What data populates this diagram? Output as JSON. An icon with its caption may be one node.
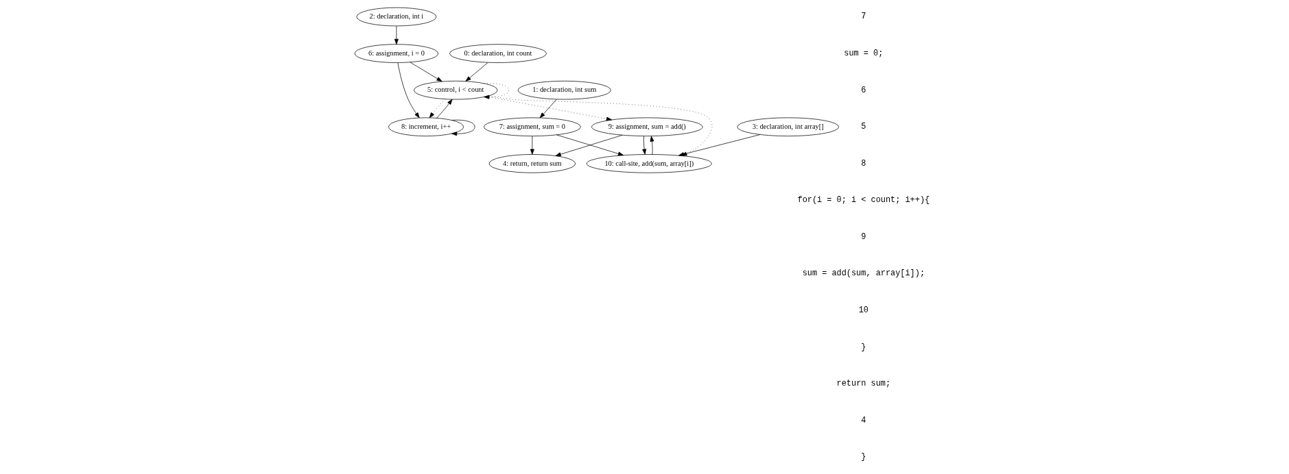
{
  "diagram": {
    "nodes": [
      {
        "text": [
          "2: declaration, int i"
        ]
      },
      {
        "text": [
          "6: assignment, i = 0"
        ]
      },
      {
        "text": [
          "0: declaration, int count"
        ]
      },
      {
        "text": [
          "5: control, i < count"
        ]
      },
      {
        "text": [
          "1: declaration, int sum"
        ]
      },
      {
        "text": [
          "8: increment, i++"
        ]
      },
      {
        "text": [
          "7: assignment, sum = 0"
        ]
      },
      {
        "text": [
          "9: assignment, sum = add()"
        ]
      },
      {
        "text": [
          "3: declaration, int array[]"
        ]
      },
      {
        "text": [
          "4: return, return sum"
        ]
      },
      {
        "text": [
          "10: call-site, add(sum, array[i])"
        ]
      }
    ],
    "edges": [
      {
        "from": 0,
        "to": 1,
        "arrow": "to"
      },
      {
        "from": 1,
        "to": 3,
        "arrow": "to"
      },
      {
        "from": 2,
        "to": 3,
        "arrow": "to"
      },
      {
        "from": 3,
        "to": 3,
        "arrow": "to",
        "style": "dashed"
      },
      {
        "from": 1,
        "to": 5,
        "arrow": "to"
      },
      {
        "from": 3,
        "to": 5,
        "arrow": "to",
        "style": "dashed"
      },
      {
        "from": 5,
        "to": 3,
        "arrow": "to"
      },
      {
        "from": 5,
        "to": 5,
        "arrow": "to"
      },
      {
        "from": 4,
        "to": 6,
        "arrow": "to"
      },
      {
        "from": 3,
        "to": 7,
        "arrow": "to",
        "style": "dashed"
      },
      {
        "from": 3,
        "to": 10,
        "arrow": "to",
        "style": "dashed"
      },
      {
        "from": 6,
        "to": 9,
        "arrow": "to"
      },
      {
        "from": 6,
        "to": 10,
        "arrow": "to"
      },
      {
        "from": 7,
        "to": 9,
        "arrow": "to"
      },
      {
        "from": 7,
        "to": 10,
        "arrow": "to"
      },
      {
        "from": 10,
        "to": 7,
        "arrow": "to"
      },
      {
        "from": 8,
        "to": 10,
        "arrow": "to"
      }
    ],
    "labels": [
      "7",
      "sum = 0;",
      "6",
      "5",
      "8",
      "for(i = 0; i < count; i++){",
      "9",
      "sum = add(sum, array[i]);",
      "10",
      "}",
      "return sum;",
      "4",
      "}"
    ]
  }
}
